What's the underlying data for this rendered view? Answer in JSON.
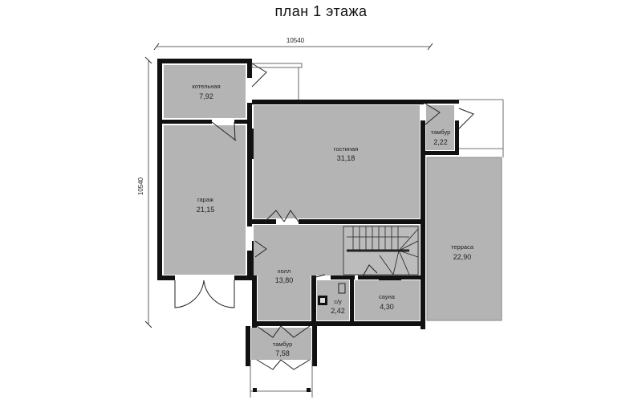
{
  "title": "план 1 этажа",
  "dimensions": {
    "width": "10540",
    "height": "10540"
  },
  "rooms": [
    {
      "name": "котельная",
      "area": "7,92"
    },
    {
      "name": "гараж",
      "area": "21,15"
    },
    {
      "name": "гостиная",
      "area": "31,18"
    },
    {
      "name": "тамбур",
      "area": "2,22"
    },
    {
      "name": "холл",
      "area": "13,80"
    },
    {
      "name": "с/у",
      "area": "2,42"
    },
    {
      "name": "сауна",
      "area": "4,30"
    },
    {
      "name": "терраса",
      "area": "22,90"
    },
    {
      "name": "тамбур",
      "area": "7,58"
    }
  ],
  "colors": {
    "room_fill": "#b4b4b4",
    "wall": "#111111",
    "background": "#ffffff"
  }
}
